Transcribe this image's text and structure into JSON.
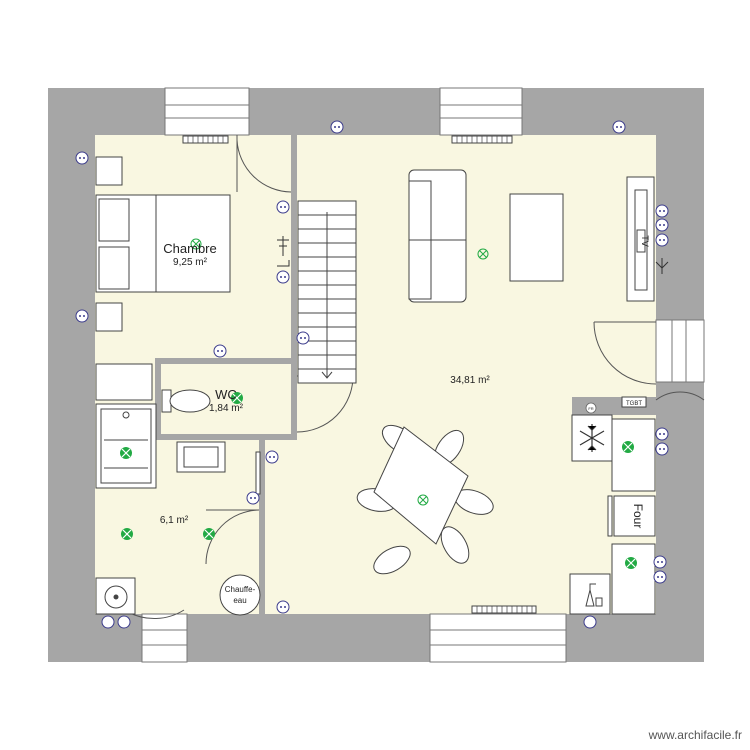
{
  "rooms": {
    "chambre": {
      "name": "Chambre",
      "area": "9,25 m²"
    },
    "wc": {
      "name": "WC",
      "area": "1,84 m²"
    },
    "sdb": {
      "area": "6,1 m²"
    },
    "sejour": {
      "area": "34,81 m²"
    }
  },
  "fixtures": {
    "chauffe_eau": [
      "Chauffe-",
      "eau"
    ],
    "four": "Four",
    "tv": "TV",
    "tgbt": "TGBT",
    "fr": "FR"
  },
  "watermark": "www.archifacile.fr",
  "colors": {
    "wall": "#a6a6a6",
    "floor": "#f9f7e1",
    "stroke": "#444444",
    "light": "#22aa44",
    "outlet": "#3c3c8c"
  }
}
